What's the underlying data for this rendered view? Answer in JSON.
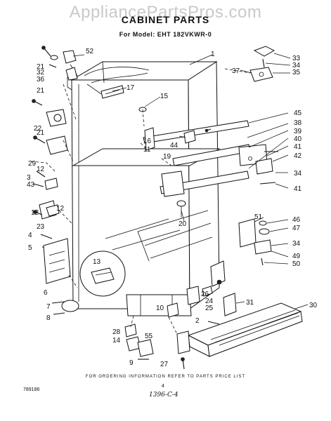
{
  "watermark": "AppliancePartsPros.com",
  "title": "CABINET PARTS",
  "model": "For Model: EHT 182VKWR-0",
  "footer": "FOR ORDERING INFORMATION REFER TO PARTS PRICE LIST",
  "page_number": "4",
  "document_code": "789186",
  "handwritten_note": "1396-C-4",
  "callouts": [
    {
      "id": "c1",
      "label": "1"
    },
    {
      "id": "c2",
      "label": "2"
    },
    {
      "id": "c3",
      "label": "3"
    },
    {
      "id": "c4",
      "label": "4"
    },
    {
      "id": "c5",
      "label": "5"
    },
    {
      "id": "c6",
      "label": "6"
    },
    {
      "id": "c7",
      "label": "7"
    },
    {
      "id": "c8",
      "label": "8"
    },
    {
      "id": "c9",
      "label": "9"
    },
    {
      "id": "c10",
      "label": "10"
    },
    {
      "id": "c11",
      "label": "11"
    },
    {
      "id": "c12a",
      "label": "12"
    },
    {
      "id": "c12b",
      "label": "12"
    },
    {
      "id": "c12c",
      "label": "12"
    },
    {
      "id": "c13",
      "label": "13"
    },
    {
      "id": "c14",
      "label": "14"
    },
    {
      "id": "c15",
      "label": "15"
    },
    {
      "id": "c16",
      "label": "16"
    },
    {
      "id": "c17",
      "label": "17"
    },
    {
      "id": "c19",
      "label": "19"
    },
    {
      "id": "c20",
      "label": "20"
    },
    {
      "id": "c21a",
      "label": "21"
    },
    {
      "id": "c21b",
      "label": "21"
    },
    {
      "id": "c21c",
      "label": "21"
    },
    {
      "id": "c22",
      "label": "22"
    },
    {
      "id": "c23",
      "label": "23"
    },
    {
      "id": "c24",
      "label": "24"
    },
    {
      "id": "c25",
      "label": "25"
    },
    {
      "id": "c26",
      "label": "26"
    },
    {
      "id": "c27",
      "label": "27"
    },
    {
      "id": "c28",
      "label": "28"
    },
    {
      "id": "c29",
      "label": "29"
    },
    {
      "id": "c30",
      "label": "30"
    },
    {
      "id": "c31",
      "label": "31"
    },
    {
      "id": "c32",
      "label": "32"
    },
    {
      "id": "c33",
      "label": "33"
    },
    {
      "id": "c34a",
      "label": "34"
    },
    {
      "id": "c34b",
      "label": "34"
    },
    {
      "id": "c34c",
      "label": "34"
    },
    {
      "id": "c35",
      "label": "35"
    },
    {
      "id": "c36",
      "label": "36"
    },
    {
      "id": "c37",
      "label": "37"
    },
    {
      "id": "c38",
      "label": "38"
    },
    {
      "id": "c39",
      "label": "39"
    },
    {
      "id": "c40",
      "label": "40"
    },
    {
      "id": "c41a",
      "label": "41"
    },
    {
      "id": "c41b",
      "label": "41"
    },
    {
      "id": "c42",
      "label": "42"
    },
    {
      "id": "c43",
      "label": "43"
    },
    {
      "id": "c44",
      "label": "44"
    },
    {
      "id": "c45",
      "label": "45"
    },
    {
      "id": "c46",
      "label": "46"
    },
    {
      "id": "c47",
      "label": "47"
    },
    {
      "id": "c49",
      "label": "49"
    },
    {
      "id": "c50",
      "label": "50"
    },
    {
      "id": "c51",
      "label": "51"
    },
    {
      "id": "c52",
      "label": "52"
    },
    {
      "id": "c55",
      "label": "55"
    }
  ]
}
